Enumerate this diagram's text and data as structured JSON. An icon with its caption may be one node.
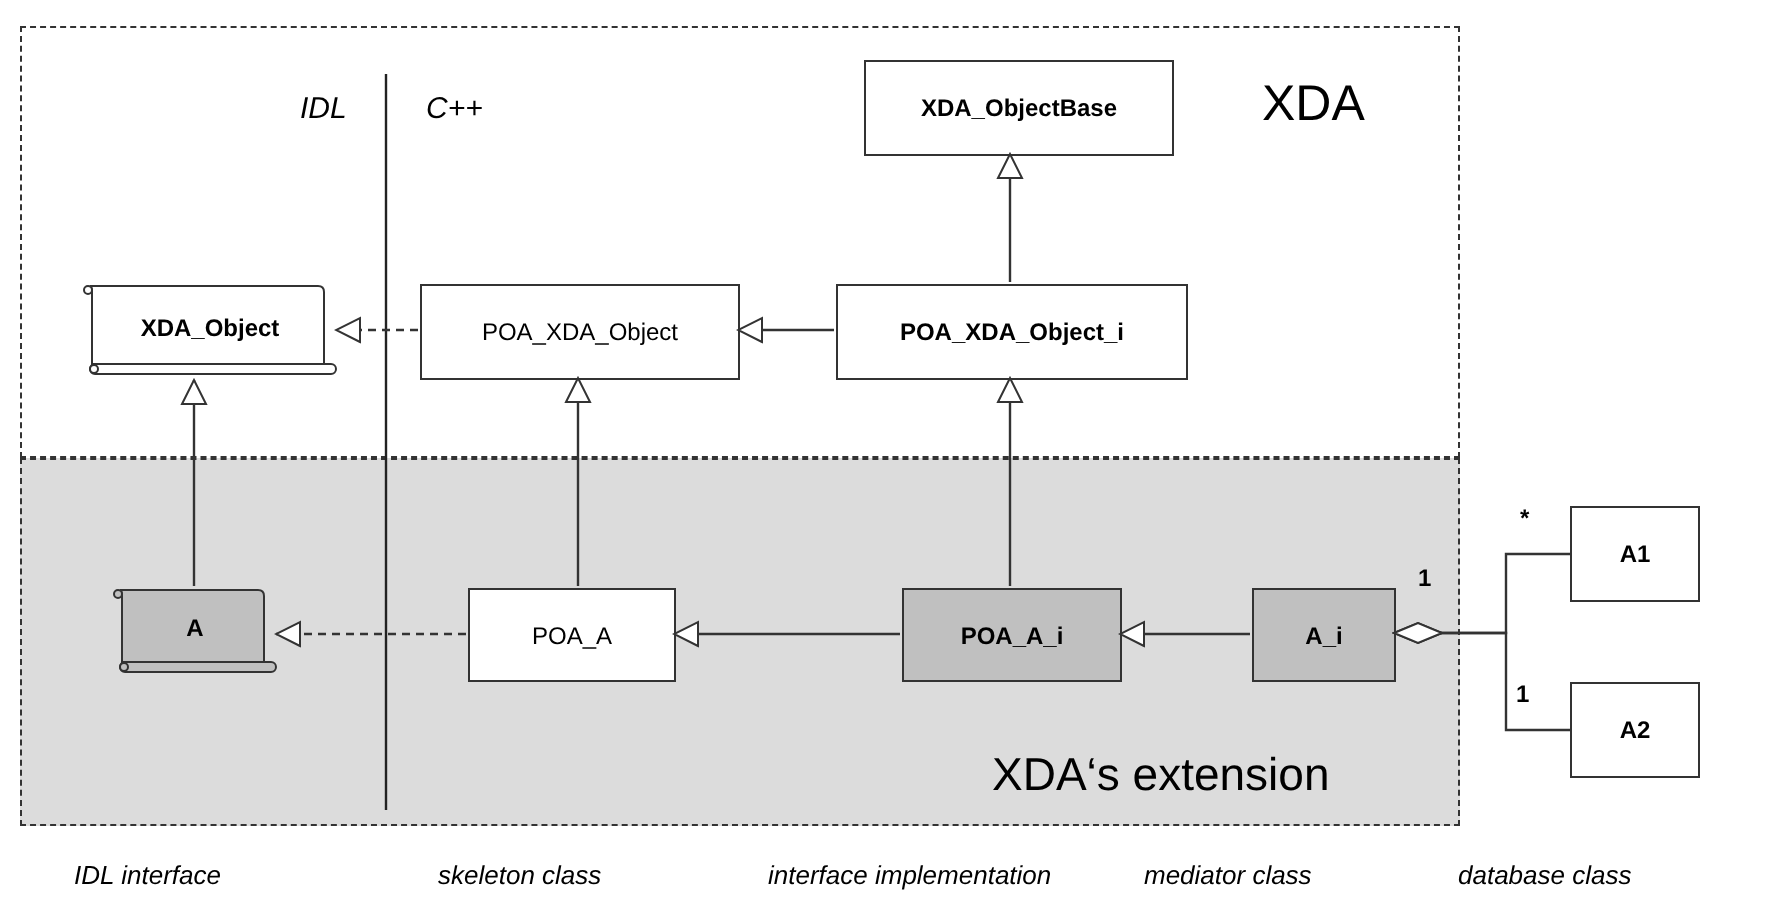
{
  "diagram": {
    "nodes": [
      {
        "text": [
          "XDA"
        ]
      },
      {
        "text": [
          "XDA_ObjectBase"
        ],
        "in": 0
      },
      {
        "text": [
          "XDA_Object"
        ],
        "in": 0
      },
      {
        "text": [
          "POA_XDA_Object"
        ],
        "in": 0
      },
      {
        "text": [
          "POA_XDA_Object_i"
        ],
        "in": 0
      },
      {
        "text": [
          "XDA‘s extension"
        ]
      },
      {
        "text": [
          "A1"
        ]
      },
      {
        "text": [
          "A"
        ],
        "in": 5
      },
      {
        "text": [
          "POA_A"
        ],
        "in": 5
      },
      {
        "text": [
          "POA_A_i"
        ],
        "in": 5
      },
      {
        "text": [
          "A_i"
        ],
        "in": 5
      },
      {
        "text": [
          "A2"
        ]
      }
    ],
    "edges": [
      {
        "from": 4,
        "to": 1,
        "arrow": "to"
      },
      {
        "from": 3,
        "to": 2,
        "arrow": "to",
        "style": "dashed"
      },
      {
        "from": 4,
        "to": 3,
        "arrow": "to"
      },
      {
        "from": 7,
        "to": 2,
        "arrow": "to"
      },
      {
        "from": 8,
        "to": 3,
        "arrow": "to"
      },
      {
        "from": 9,
        "to": 4,
        "arrow": "to"
      },
      {
        "from": 8,
        "to": 7,
        "arrow": "to",
        "style": "dashed"
      },
      {
        "from": 9,
        "to": 8,
        "arrow": "to"
      },
      {
        "from": 10,
        "to": 9,
        "arrow": "to"
      },
      {
        "from": 10,
        "to": 6,
        "arrow": "other"
      },
      {
        "from": 10,
        "to": 11,
        "arrow": "other"
      }
    ],
    "labels": [
      "IDL",
      "C++",
      "*",
      "1",
      "1",
      "IDL interface",
      "skeleton class",
      "interface implementation",
      "mediator class",
      "database class"
    ]
  }
}
